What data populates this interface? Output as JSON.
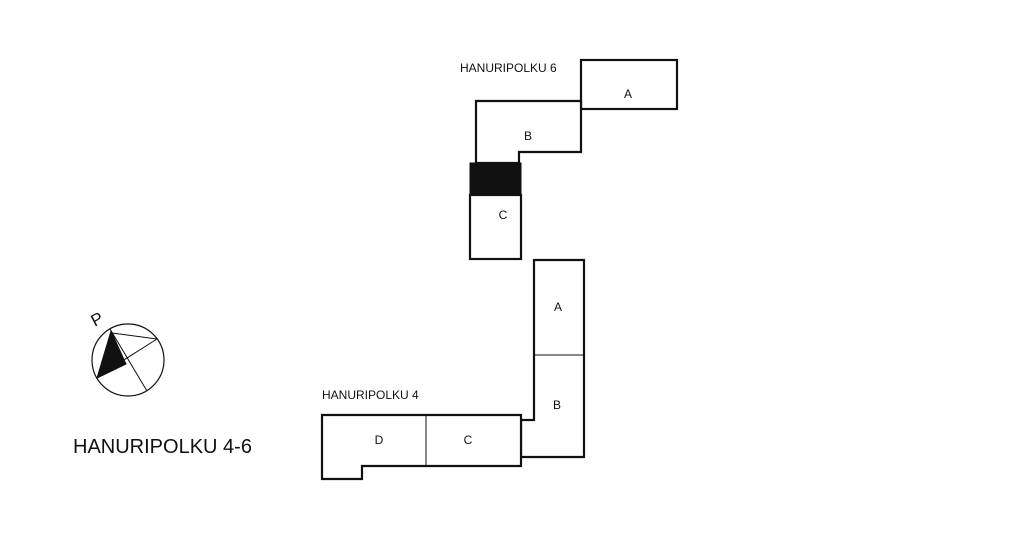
{
  "plan": {
    "title": "HANURIPOLKU 4-6",
    "north_label": "P",
    "colors": {
      "line": "#111111",
      "fill_dark": "#111111",
      "background": "#ffffff"
    },
    "buildings": {
      "h6": {
        "street_label": "HANURIPOLKU 6",
        "stairs": {
          "a": "A",
          "b": "B",
          "c": "C"
        }
      },
      "h4": {
        "street_label": "HANURIPOLKU 4",
        "stairs": {
          "a": "A",
          "b": "B",
          "c": "C",
          "d": "D"
        }
      }
    }
  }
}
